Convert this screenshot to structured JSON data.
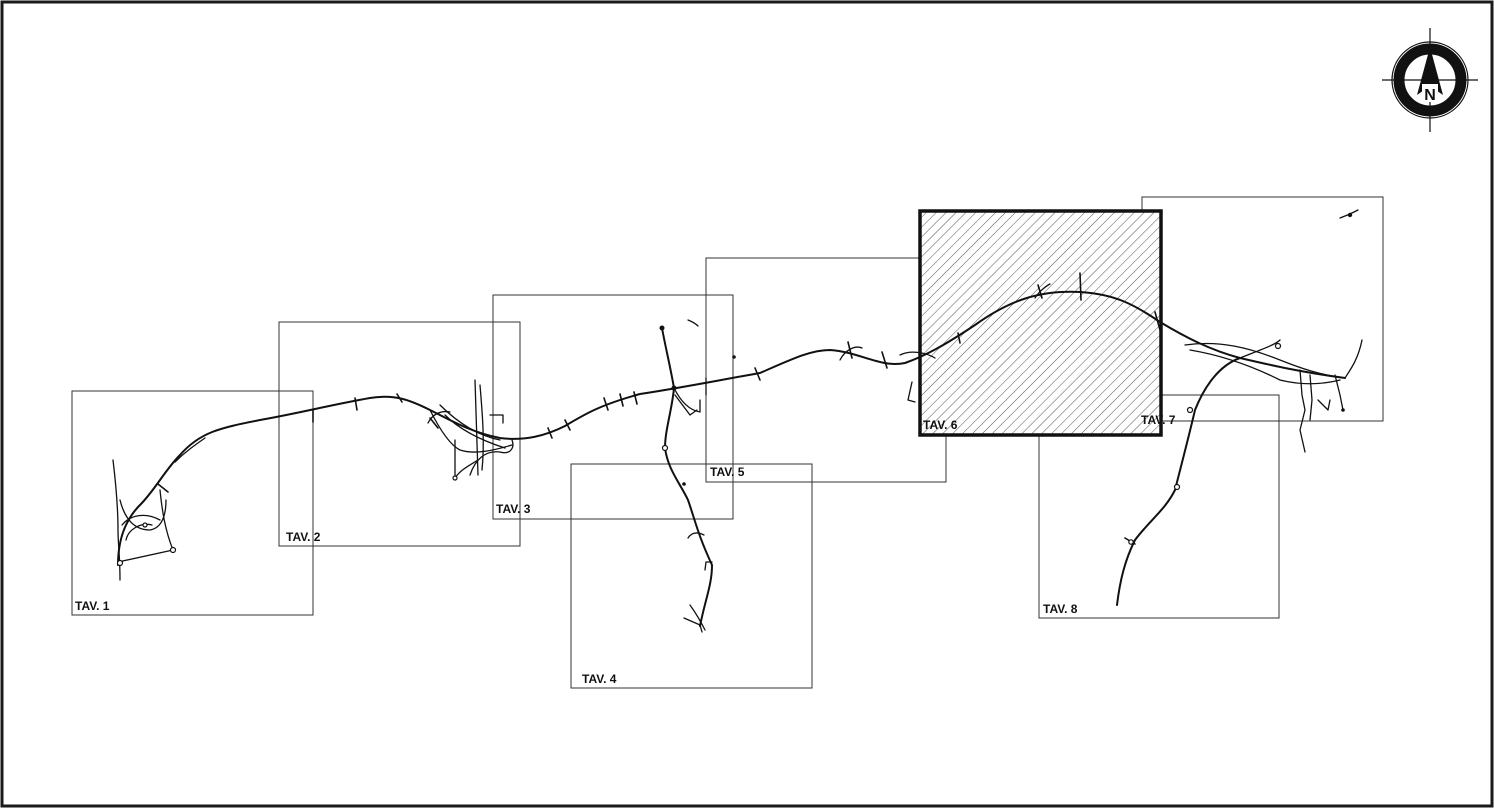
{
  "sheets": [
    {
      "label": "TAV. 1"
    },
    {
      "label": "TAV. 2"
    },
    {
      "label": "TAV. 3"
    },
    {
      "label": "TAV. 4"
    },
    {
      "label": "TAV. 5"
    },
    {
      "label": "TAV. 6",
      "highlighted": true
    },
    {
      "label": "TAV. 7"
    },
    {
      "label": "TAV. 8"
    }
  ],
  "compass": {
    "letter": "N",
    "icon": "north-arrow-icon"
  },
  "colors": {
    "line": "#111111",
    "background": "#ffffff",
    "hatch": "#555555"
  }
}
